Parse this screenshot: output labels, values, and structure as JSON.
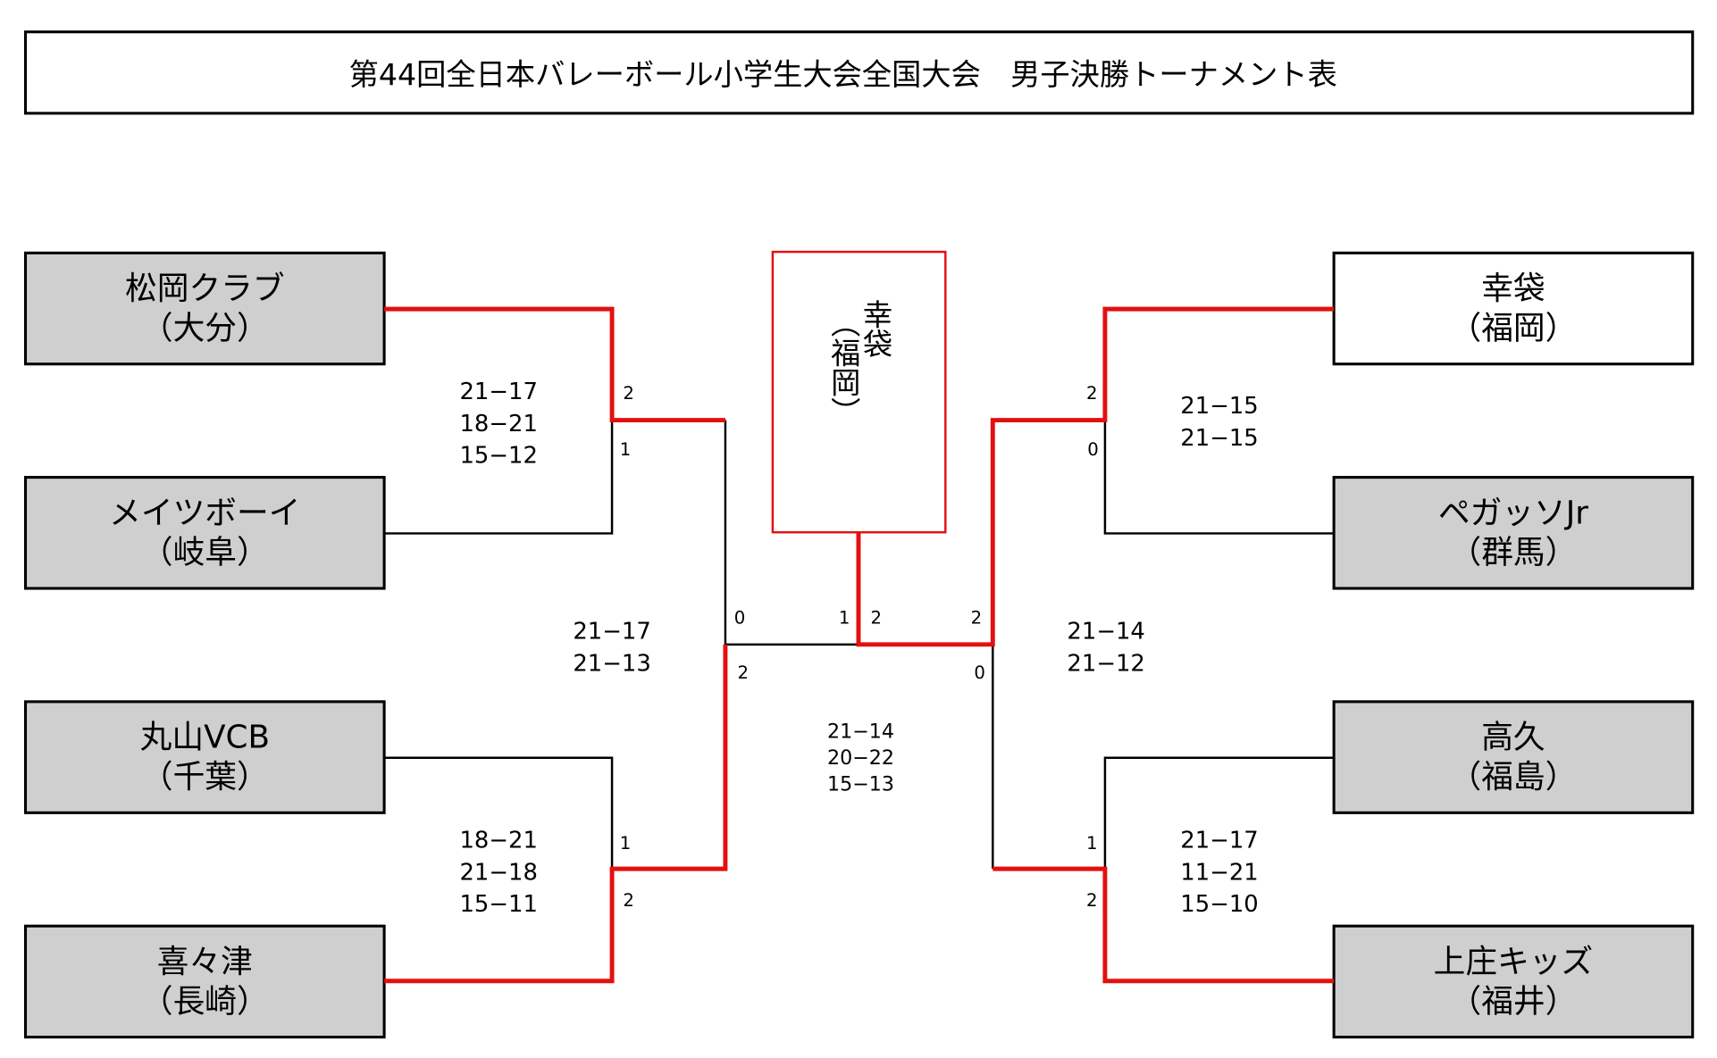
{
  "title": "第44回全日本バレーボール小学生大会全国大会　男子決勝トーナメント表",
  "colors": {
    "winner_line": "#e41010",
    "loser_box": "#cfcfcf",
    "line": "#000000"
  },
  "champion": {
    "name": "幸袋",
    "pref": "（福岡）"
  },
  "teams": {
    "left": [
      {
        "name": "松岡クラブ",
        "pref": "（大分）"
      },
      {
        "name": "メイツボーイ",
        "pref": "（岐阜）"
      },
      {
        "name": "丸山VCB",
        "pref": "（千葉）"
      },
      {
        "name": "喜々津",
        "pref": "（長崎）"
      }
    ],
    "right": [
      {
        "name": "幸袋",
        "pref": "（福岡）"
      },
      {
        "name": "ペガッソJr",
        "pref": "（群馬）"
      },
      {
        "name": "高久",
        "pref": "（福島）"
      },
      {
        "name": "上庄キッズ",
        "pref": "（福井）"
      }
    ]
  },
  "matches": {
    "left_qf1": {
      "scores": [
        "21−17",
        "18−21",
        "15−12"
      ],
      "sets_top": "2",
      "sets_bottom": "1"
    },
    "left_qf2": {
      "scores": [
        "18−21",
        "21−18",
        "15−11"
      ],
      "sets_top": "1",
      "sets_bottom": "2"
    },
    "left_sf": {
      "scores": [
        "21−17",
        "21−13"
      ],
      "sets_top": "0",
      "sets_bottom": "2"
    },
    "right_qf1": {
      "scores": [
        "21−15",
        "21−15"
      ],
      "sets_top": "2",
      "sets_bottom": "0"
    },
    "right_qf2": {
      "scores": [
        "21−17",
        "11−21",
        "15−10"
      ],
      "sets_top": "1",
      "sets_bottom": "2"
    },
    "right_sf": {
      "scores": [
        "21−14",
        "21−12"
      ],
      "sets_top": "2",
      "sets_bottom": "0"
    },
    "final": {
      "scores": [
        "21−14",
        "20−22",
        "15−13"
      ],
      "sets_left": "1",
      "sets_right": "2"
    }
  }
}
